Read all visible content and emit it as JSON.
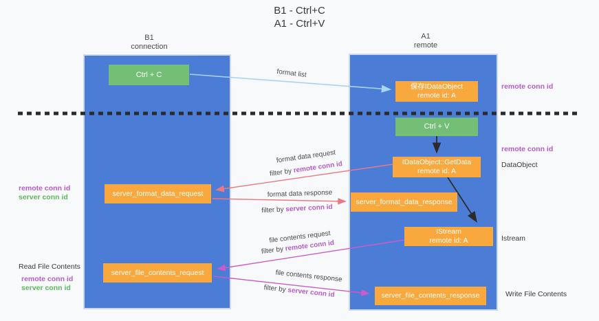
{
  "title": {
    "line1": "B1 - Ctrl+C",
    "line2": "A1 - Ctrl+V"
  },
  "lanes": {
    "left": {
      "title": "B1",
      "subtitle": "connection"
    },
    "right": {
      "title": "A1",
      "subtitle": "remote"
    }
  },
  "boxes": {
    "ctrl_c": {
      "label": "Ctrl + C"
    },
    "ctrl_v": {
      "label": "Ctrl + V"
    },
    "save_dataobject": {
      "line1": "保存IDataObject",
      "line2": "remote id: A"
    },
    "getdata": {
      "line1": "IDataObject::GetData",
      "line2": "remote id: A"
    },
    "istream": {
      "line1": "IStream",
      "line2": "remote id: A"
    },
    "format_request": {
      "label": "server_format_data_request"
    },
    "format_response": {
      "label": "server_format_data_response"
    },
    "file_request": {
      "label": "server_file_contents_request"
    },
    "file_response": {
      "label": "server_file_contents_response"
    }
  },
  "arrows": {
    "format_list": {
      "label": "format list"
    },
    "format_request": {
      "label": "format data request",
      "filter_prefix": "filter by ",
      "filter_key": "remote conn id"
    },
    "format_response": {
      "label": "format data response",
      "filter_prefix": "filter by ",
      "filter_key": "server conn id"
    },
    "file_request": {
      "label": "file contents request",
      "filter_prefix": "filter by ",
      "filter_key": "remote conn id"
    },
    "file_response": {
      "label": "file contents response",
      "filter_prefix": "filter by ",
      "filter_key": "server conn id"
    }
  },
  "annotations": {
    "right_remote_conn_top": "remote conn id",
    "right_remote_conn_mid": "remote conn id",
    "dataobject": "DataObject",
    "istream": "Istream",
    "write_file_contents": "Write File Contents",
    "left_remote_conn_1": "remote conn id",
    "left_server_conn_1": "server conn id",
    "read_file_contents": "Read File Contents",
    "left_remote_conn_2": "remote conn id",
    "left_server_conn_2": "server conn id"
  },
  "colors": {
    "lane_blue": "#4b7dd7",
    "green_box": "#72bf75",
    "orange_box": "#f8a83c",
    "purple_text": "#b55cc8",
    "green_text": "#5cb85c",
    "salmon_arrow": "#e87a82",
    "magenta_arrow": "#cc5ac8",
    "light_blue_arrow": "#a8d4f2",
    "black_arrow": "#2b2b2b"
  }
}
